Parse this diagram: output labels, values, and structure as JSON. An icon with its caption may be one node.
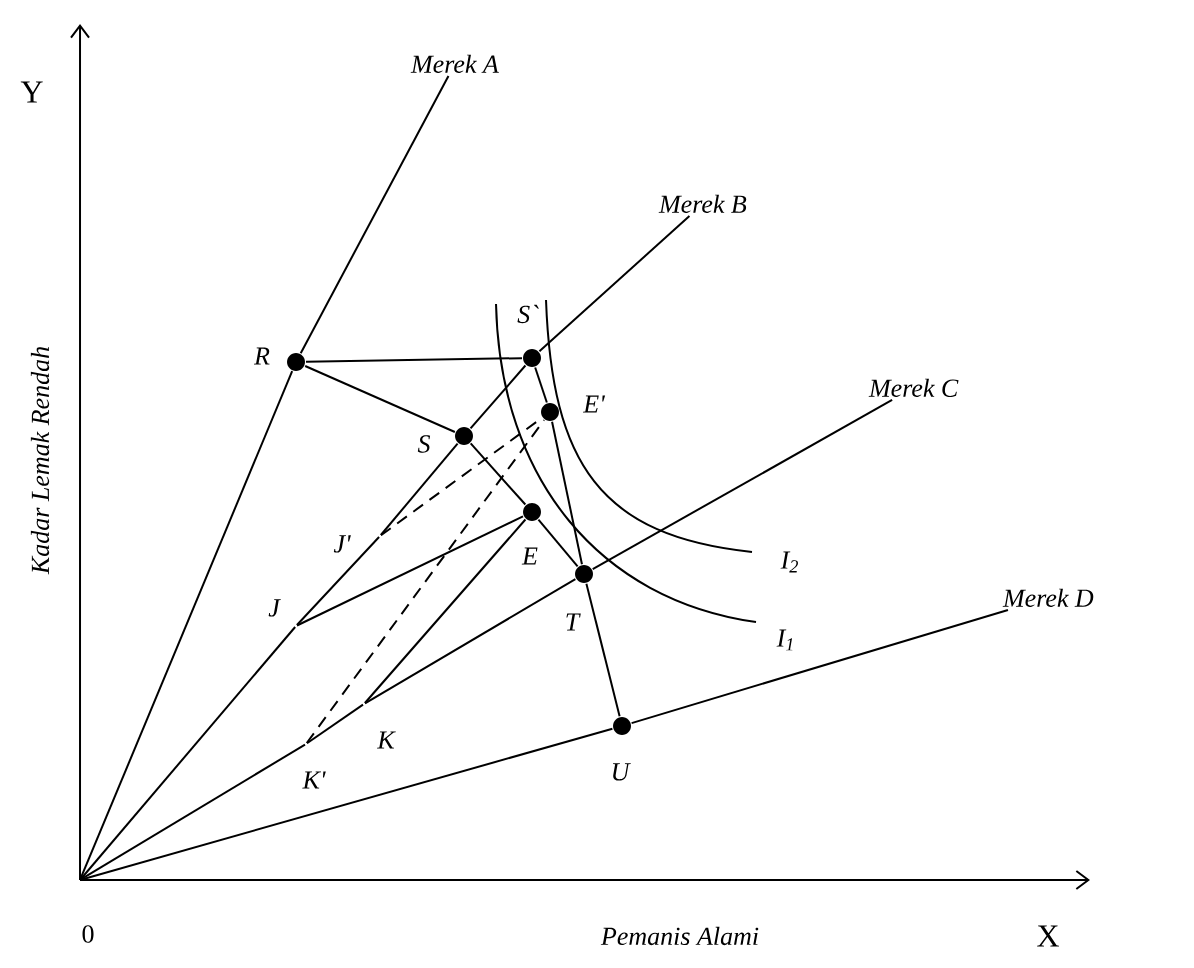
{
  "diagram": {
    "nodes": [
      {
        "text": [
          "0"
        ]
      },
      {
        "text": [
          "Merek A"
        ]
      },
      {
        "text": [
          "Merek B"
        ]
      },
      {
        "text": [
          "Merek C"
        ]
      },
      {
        "text": [
          "Merek D"
        ]
      },
      {
        "text": [
          "R"
        ]
      },
      {
        "text": [
          "S`"
        ]
      },
      {
        "text": [
          "S"
        ]
      },
      {
        "text": [
          "E'"
        ]
      },
      {
        "text": [
          "E"
        ]
      },
      {
        "text": [
          "T"
        ]
      },
      {
        "text": [
          "U"
        ]
      },
      {
        "text": [
          "J'"
        ]
      },
      {
        "text": [
          "J"
        ]
      },
      {
        "text": [
          "K"
        ]
      },
      {
        "text": [
          "K'"
        ]
      }
    ],
    "edges": [
      {
        "from": 0,
        "to": 5,
        "arrow": "none"
      },
      {
        "from": 5,
        "to": 1,
        "arrow": "none"
      },
      {
        "from": 0,
        "to": 13,
        "arrow": "none"
      },
      {
        "from": 13,
        "to": 12,
        "arrow": "none"
      },
      {
        "from": 12,
        "to": 7,
        "arrow": "none"
      },
      {
        "from": 7,
        "to": 6,
        "arrow": "none"
      },
      {
        "from": 6,
        "to": 2,
        "arrow": "none"
      },
      {
        "from": 0,
        "to": 15,
        "arrow": "none"
      },
      {
        "from": 15,
        "to": 14,
        "arrow": "none"
      },
      {
        "from": 14,
        "to": 10,
        "arrow": "none"
      },
      {
        "from": 10,
        "to": 3,
        "arrow": "none"
      },
      {
        "from": 0,
        "to": 11,
        "arrow": "none"
      },
      {
        "from": 11,
        "to": 4,
        "arrow": "none"
      },
      {
        "from": 5,
        "to": 6,
        "arrow": "none"
      },
      {
        "from": 5,
        "to": 7,
        "arrow": "none"
      },
      {
        "from": 7,
        "to": 9,
        "arrow": "none"
      },
      {
        "from": 9,
        "to": 10,
        "arrow": "none"
      },
      {
        "from": 6,
        "to": 8,
        "arrow": "none"
      },
      {
        "from": 8,
        "to": 10,
        "arrow": "none"
      },
      {
        "from": 10,
        "to": 11,
        "arrow": "none"
      },
      {
        "from": 13,
        "to": 9,
        "arrow": "none"
      },
      {
        "from": 14,
        "to": 9,
        "arrow": "none"
      },
      {
        "from": 12,
        "to": 8,
        "arrow": "none",
        "style": "dashed"
      },
      {
        "from": 15,
        "to": 8,
        "arrow": "none",
        "style": "dashed"
      }
    ],
    "labels": [
      "Y",
      "Kadar Lemak Rendah",
      "I$_{2}$",
      "I$_{1}$",
      "Pemanis Alami",
      "X"
    ]
  }
}
